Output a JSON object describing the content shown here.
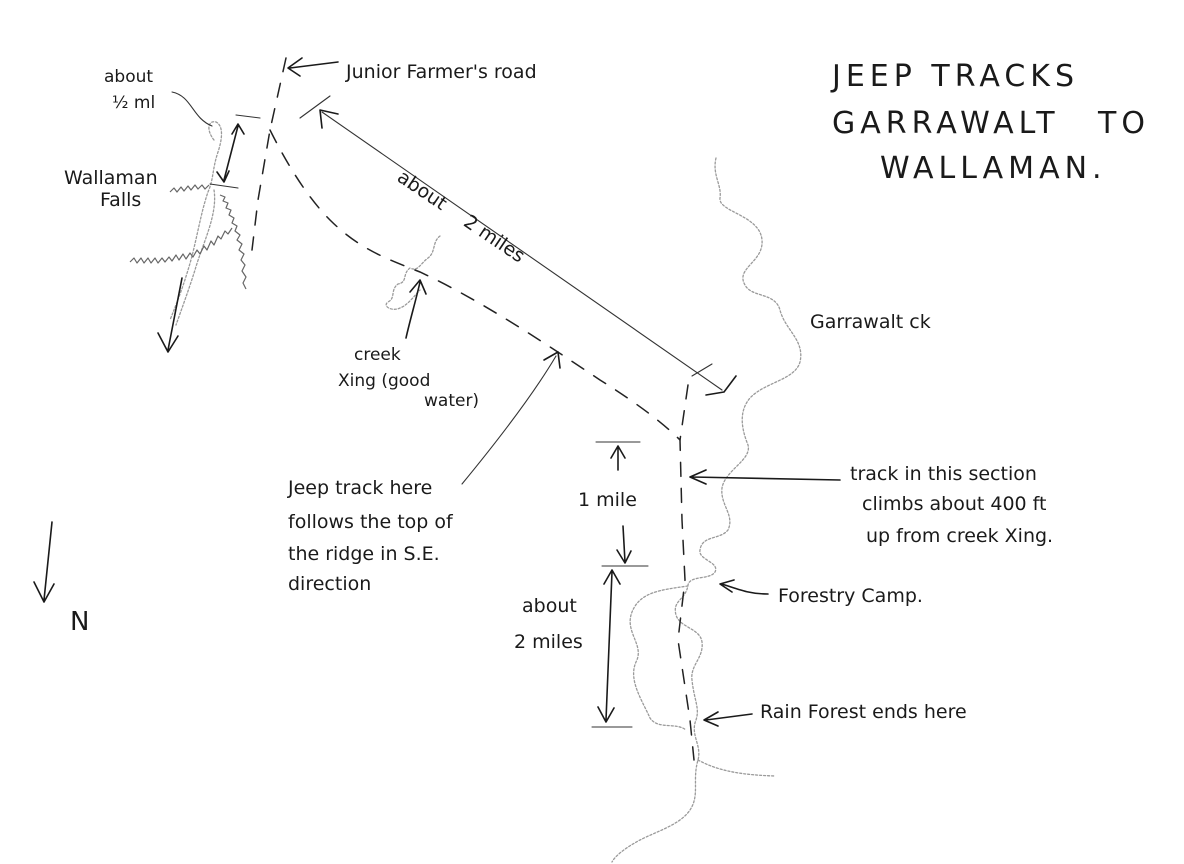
{
  "title": {
    "line1": "JEEP TRACKS",
    "line2": "GARRAWALT",
    "line2b": "TO",
    "line3": "WALLAMAN."
  },
  "labels": {
    "junior_farmers_road": "Junior Farmer's road",
    "about_half_ml_1": "about",
    "about_half_ml_2": "½ ml",
    "wallaman_falls_1": "Wallaman",
    "wallaman_falls_2": "Falls",
    "about_2_miles_diag_1": "about",
    "about_2_miles_diag_2": "2 miles",
    "garrawalt_ck": "Garrawalt ck",
    "creek_xing_1": "creek",
    "creek_xing_2": "Xing (good",
    "creek_xing_3": "water)",
    "jeep_track_note_1": "Jeep track here",
    "jeep_track_note_2": "follows the top of",
    "jeep_track_note_3": "the ridge  in S.E.",
    "jeep_track_note_4": "direction",
    "one_mile": "1 mile",
    "about_2_miles_vert_1": "about",
    "about_2_miles_vert_2": "2 miles",
    "track_climbs_1": "track  in  this  section",
    "track_climbs_2": "climbs about 400 ft",
    "track_climbs_3": "up  from  creek  Xing.",
    "forestry_camp": "Forestry  Camp.",
    "rain_forest_ends": "Rain Forest  ends here",
    "north": "N"
  }
}
